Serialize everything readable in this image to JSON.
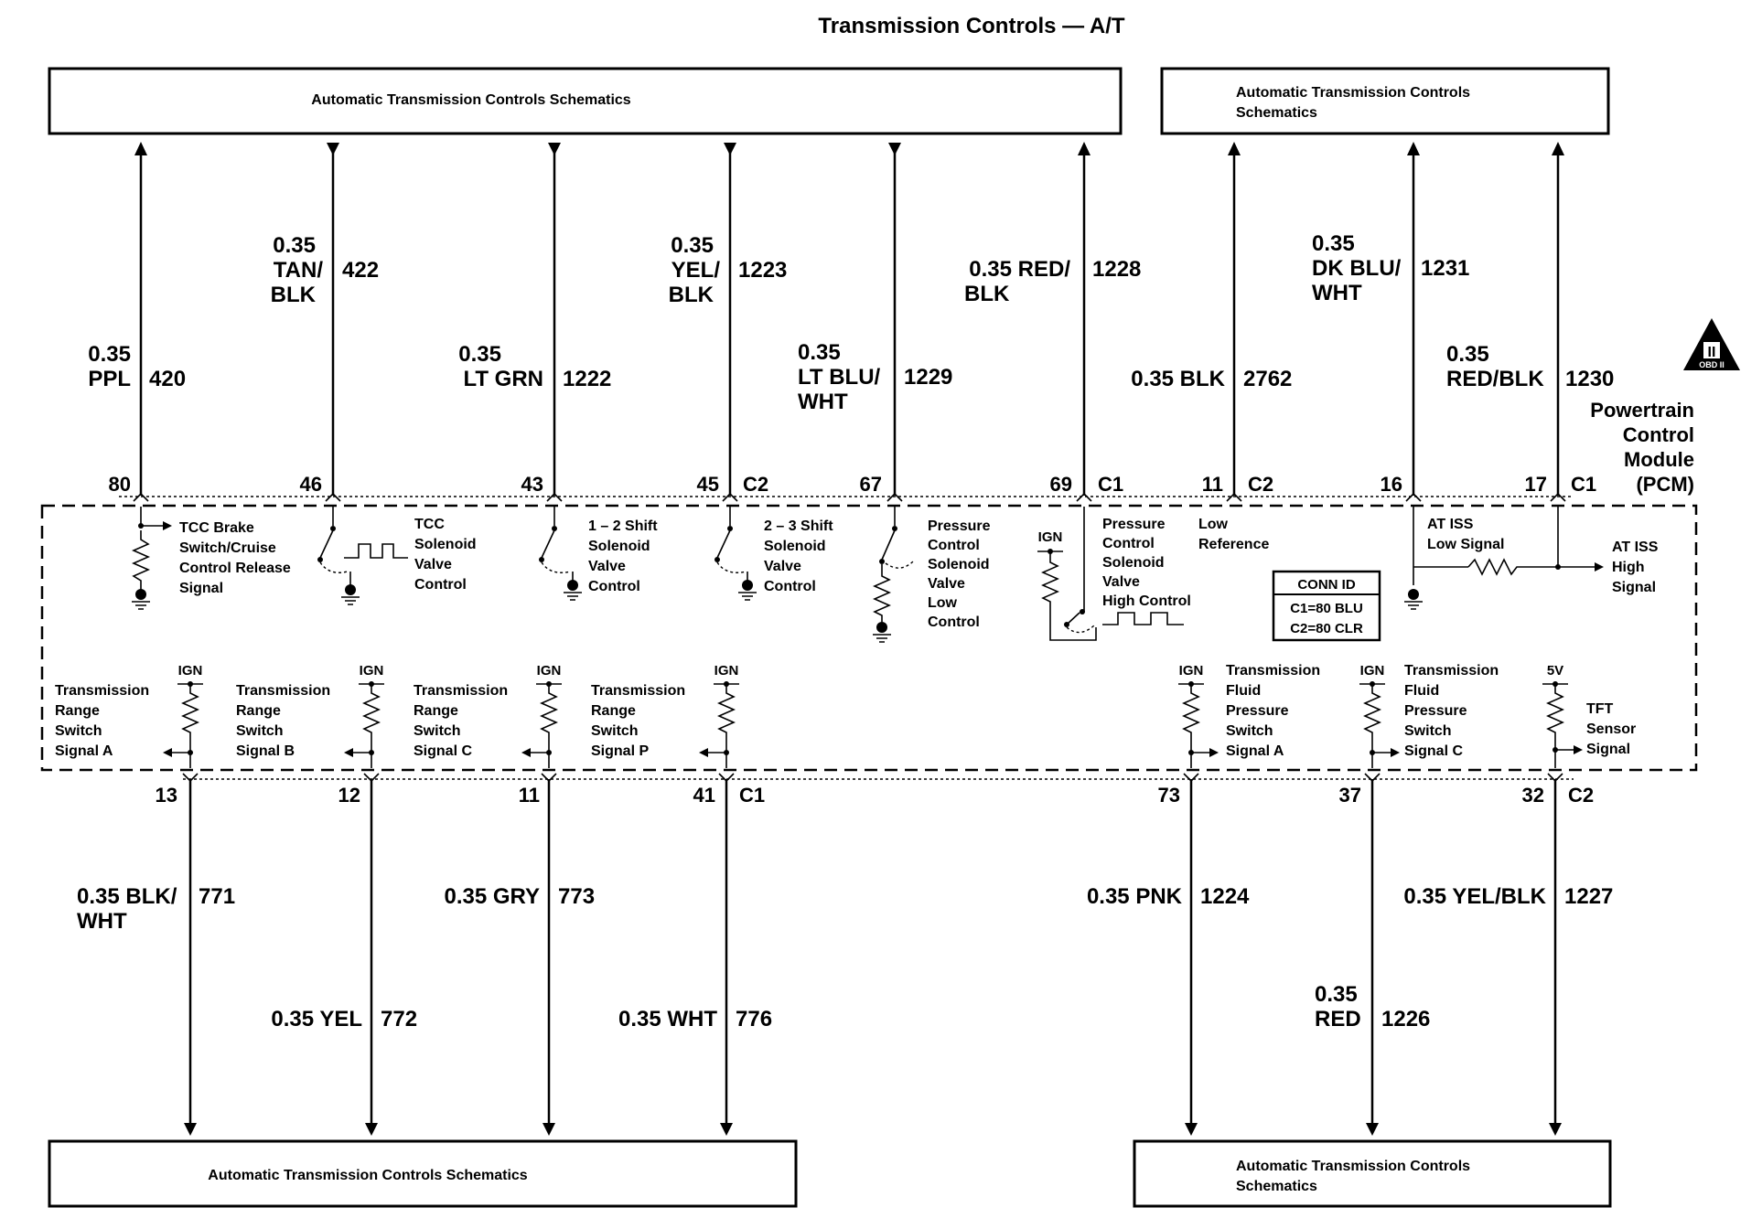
{
  "title": "Transmission Controls — A/T",
  "boxes": {
    "top_left": "Automatic Transmission Controls Schematics",
    "top_right": [
      "Automatic Transmission Controls",
      "Schematics"
    ],
    "bottom_left": "Automatic Transmission Controls Schematics",
    "bottom_right": [
      "Automatic Transmission Controls",
      "Schematics"
    ]
  },
  "pcm": {
    "label": [
      "Powertrain",
      "Control",
      "Module",
      "(PCM)"
    ],
    "obd_badge": [
      "II",
      "OBD II"
    ],
    "conn_id": [
      "CONN ID",
      "C1=80 BLU",
      "C2=80 CLR"
    ]
  },
  "top_wires": [
    {
      "pin": "80",
      "circuit": "420",
      "label": [
        "0.35",
        "PPL"
      ],
      "direction": "up"
    },
    {
      "pin": "46",
      "circuit": "422",
      "label": [
        "0.35",
        "TAN/",
        "BLK"
      ],
      "direction": "down"
    },
    {
      "pin": "43",
      "circuit": "1222",
      "label": [
        "0.35",
        "LT GRN"
      ],
      "direction": "down"
    },
    {
      "pin": "45",
      "circuit": "1223",
      "label": [
        "0.35",
        "YEL/",
        "BLK"
      ],
      "direction": "down",
      "connector": "C2"
    },
    {
      "pin": "67",
      "circuit": "1229",
      "label": [
        "0.35",
        "LT BLU/",
        "WHT"
      ],
      "direction": "down"
    },
    {
      "pin": "69",
      "circuit": "1228",
      "label": [
        "0.35 RED/",
        "BLK"
      ],
      "direction": "up",
      "connector": "C1"
    },
    {
      "pin": "11",
      "circuit": "2762",
      "label": [
        "0.35 BLK"
      ],
      "direction": "up",
      "connector": "C2"
    },
    {
      "pin": "16",
      "circuit": "1231",
      "label": [
        "0.35",
        "DK BLU/",
        "WHT"
      ],
      "direction": "up"
    },
    {
      "pin": "17",
      "circuit": "1230",
      "label": [
        "0.35",
        "RED/BLK"
      ],
      "direction": "up",
      "connector": "C1"
    }
  ],
  "bottom_wires": [
    {
      "pin": "13",
      "circuit": "771",
      "label": [
        "0.35 BLK/",
        "WHT"
      ]
    },
    {
      "pin": "12",
      "circuit": "772",
      "label": [
        "0.35 YEL"
      ]
    },
    {
      "pin": "11",
      "circuit": "773",
      "label": [
        "0.35 GRY"
      ]
    },
    {
      "pin": "41",
      "circuit": "776",
      "label": [
        "0.35 WHT"
      ],
      "connector": "C1"
    },
    {
      "pin": "73",
      "circuit": "1224",
      "label": [
        "0.35 PNK"
      ]
    },
    {
      "pin": "37",
      "circuit": "1226",
      "label": [
        "0.35",
        "RED"
      ]
    },
    {
      "pin": "32",
      "circuit": "1227",
      "label": [
        "0.35 YEL/BLK"
      ],
      "connector": "C2"
    }
  ],
  "components_top": {
    "tcc_brake": [
      "TCC Brake",
      "Switch/Cruise",
      "Control Release",
      "Signal"
    ],
    "tcc_solenoid": [
      "TCC",
      "Solenoid",
      "Valve",
      "Control"
    ],
    "shift_12": [
      "1 – 2 Shift",
      "Solenoid",
      "Valve",
      "Control"
    ],
    "shift_23": [
      "2 – 3 Shift",
      "Solenoid",
      "Valve",
      "Control"
    ],
    "pc_low": [
      "Pressure",
      "Control",
      "Solenoid",
      "Valve",
      "Low",
      "Control"
    ],
    "pc_high": [
      "Pressure",
      "Control",
      "Solenoid",
      "Valve",
      "High Control"
    ],
    "low_ref": [
      "Low",
      "Reference"
    ],
    "ign": "IGN",
    "at_iss_low": [
      "AT ISS",
      "Low Signal"
    ],
    "at_iss_high": [
      "AT ISS",
      "High",
      "Signal"
    ]
  },
  "components_bottom": {
    "trs_a": [
      "Transmission",
      "Range",
      "Switch",
      "Signal A"
    ],
    "trs_b": [
      "Transmission",
      "Range",
      "Switch",
      "Signal B"
    ],
    "trs_c": [
      "Transmission",
      "Range",
      "Switch",
      "Signal C"
    ],
    "trs_p": [
      "Transmission",
      "Range",
      "Switch",
      "Signal P"
    ],
    "tfp_a": [
      "Transmission",
      "Fluid",
      "Pressure",
      "Switch",
      "Signal A"
    ],
    "tfp_c": [
      "Transmission",
      "Fluid",
      "Pressure",
      "Switch",
      "Signal C"
    ],
    "tft": [
      "TFT",
      "Sensor",
      "Signal"
    ],
    "ign": "IGN",
    "five_v": "5V"
  }
}
